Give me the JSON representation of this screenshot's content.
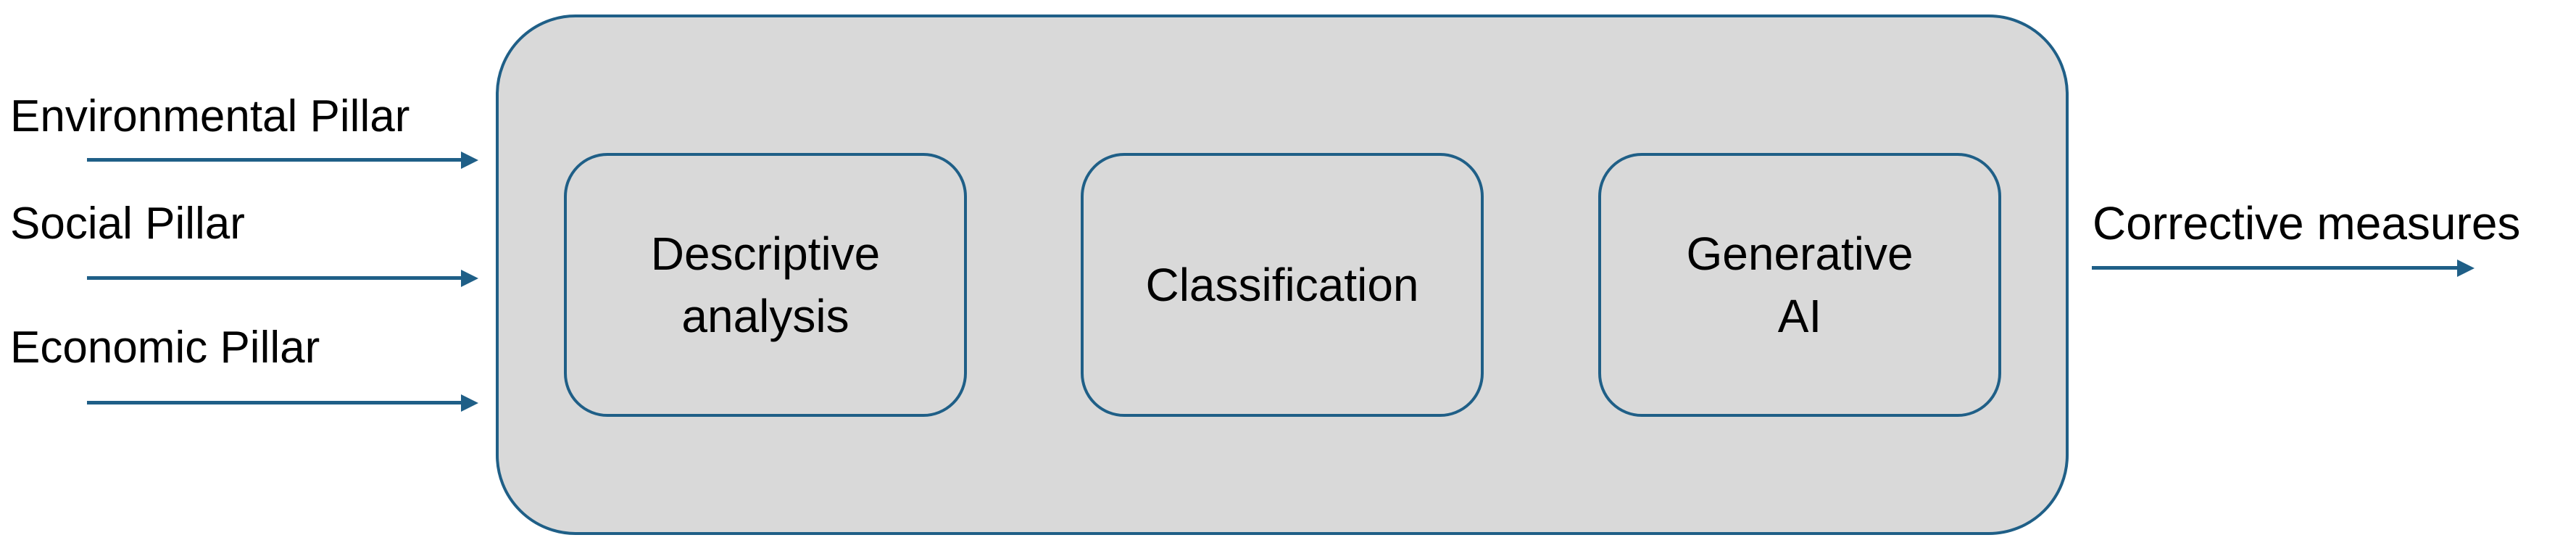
{
  "diagram": {
    "inputs": [
      {
        "label": "Environmental Pillar"
      },
      {
        "label": "Social Pillar"
      },
      {
        "label": "Economic Pillar"
      }
    ],
    "stages": [
      {
        "label": "Descriptive\nanalysis"
      },
      {
        "label": "Classification"
      },
      {
        "label": "Generative\nAI"
      }
    ],
    "output": {
      "label": "Corrective measures"
    },
    "colors": {
      "stroke": "#1f5f87",
      "fill": "#d9d9d9"
    }
  }
}
